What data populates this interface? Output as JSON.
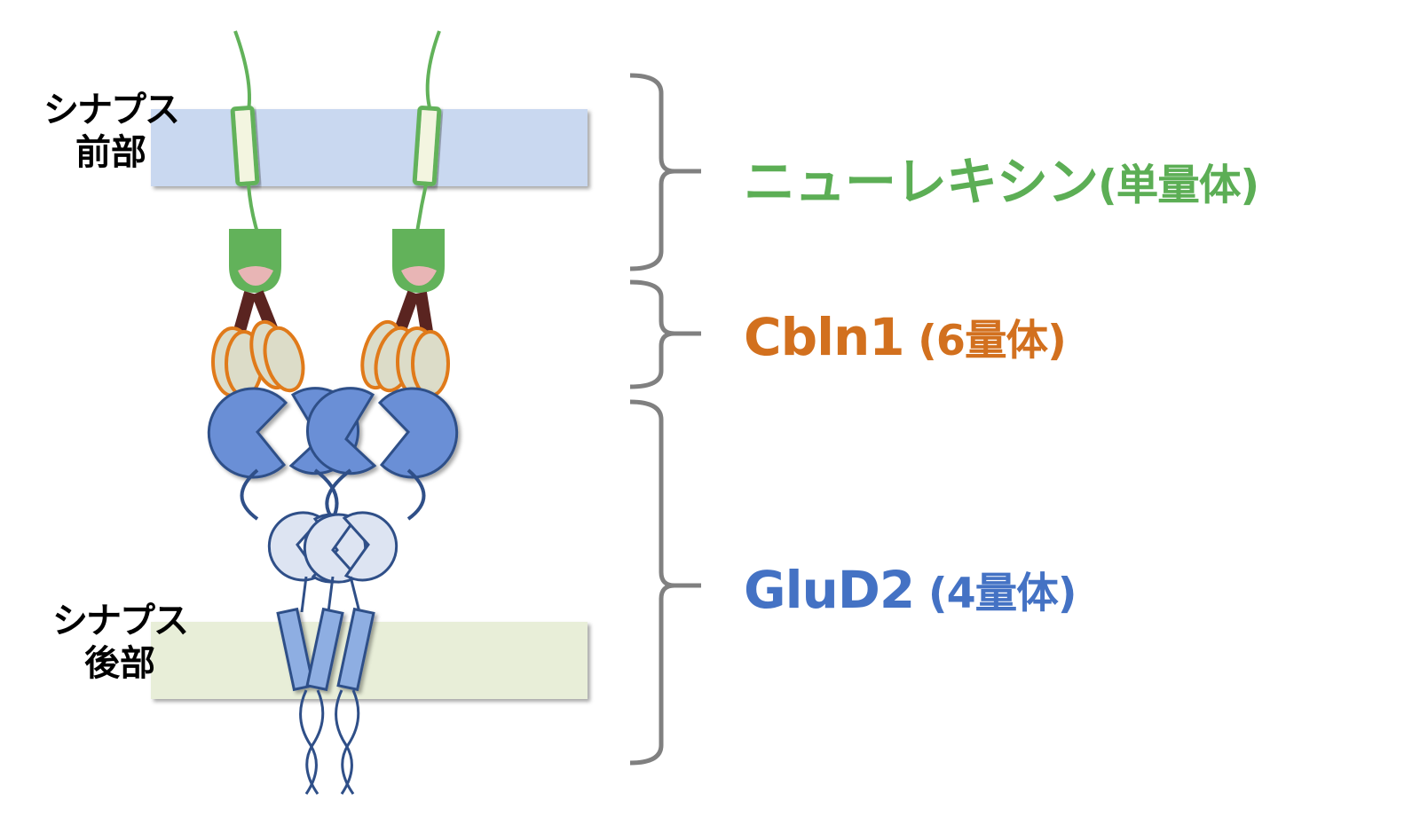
{
  "labels": {
    "presynaptic": {
      "line1": "シナプス",
      "line2": "前部"
    },
    "postsynaptic": {
      "line1": "シナプス",
      "line2": "後部"
    }
  },
  "legend": [
    {
      "id": "neurexin",
      "name": "ニューレキシン",
      "suffix": "(単量体)",
      "color": "#5cae55"
    },
    {
      "id": "cbln1",
      "name": "Cbln1",
      "suffix": " (6量体)",
      "color": "#d2701e"
    },
    {
      "id": "glud2",
      "name": "GluD2",
      "suffix": " (4量体)",
      "color": "#4472c4"
    }
  ],
  "colors": {
    "presynaptic_membrane": "#c9d8f0",
    "postsynaptic_membrane": "#e8eed8",
    "neurexin_green": "#62b25a",
    "neurexin_pink": "#e8b5b5",
    "linker_brown": "#5a2420",
    "cbln1_orange": "#e07a1a",
    "cbln1_fill": "#dcdcc8",
    "glud2_dark_blue": "#6a8fd6",
    "glud2_light": "#dde4f2",
    "glud2_outline": "#2f4f88",
    "glud2_tm": "#8eaee2",
    "bracket_gray": "#808080"
  }
}
